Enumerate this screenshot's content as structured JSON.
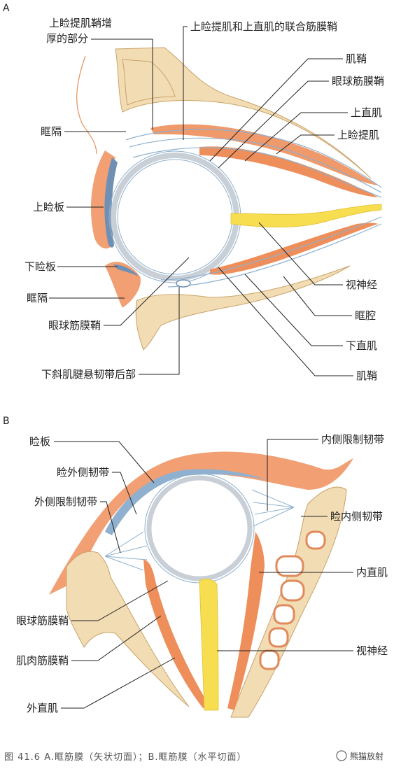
{
  "colors": {
    "bone": "#f2dcb3",
    "bone_stroke": "#c9a36a",
    "bone_dot": "#b88a4a",
    "muscle": "#ee8e5a",
    "muscle_light": "#f7c2a0",
    "fascia": "#8fb1cf",
    "tarsus": "#6f8fb4",
    "nerve": "#f7de50",
    "sclera": "#c9cfd6",
    "skin": "#f0a070"
  },
  "panel_a": {
    "letter": "A",
    "labels": {
      "thickened_part": "上睑提肌鞘增\n厚的部分",
      "joint_sheath": "上睑提肌和上直肌的联合筋膜鞘",
      "septum_upper": "眶隔",
      "upper_tarsus": "上睑板",
      "lower_tarsus": "下睑板",
      "septum_lower": "眶隔",
      "tenon": "眼球筋膜鞘",
      "inferior_oblique": "下斜肌腱悬韧带后部",
      "muscle_sheath_top": "肌鞘",
      "tenon_right": "眼球筋膜鞘",
      "superior_rectus": "上直肌",
      "levator": "上睑提肌",
      "optic_nerve": "视神经",
      "orbit": "眶腔",
      "inferior_rectus": "下直肌",
      "muscle_sheath_bottom": "肌鞘"
    }
  },
  "panel_b": {
    "letter": "B",
    "labels": {
      "tarsus": "睑板",
      "lateral_palpebral": "睑外侧韧带",
      "lateral_check": "外侧限制韧带",
      "tenon": "眼球筋膜鞘",
      "muscle_fascia": "肌肉筋膜鞘",
      "lateral_rectus": "外直肌",
      "medial_check": "内侧限制韧带",
      "medial_palpebral": "睑内侧韧带",
      "medial_rectus": "内直肌",
      "optic_nerve": "视神经"
    }
  },
  "caption": "图 41.6  A.眶筋膜（矢状切面）；B.眶筋膜（水平切面）",
  "watermark": "熊猫放射"
}
